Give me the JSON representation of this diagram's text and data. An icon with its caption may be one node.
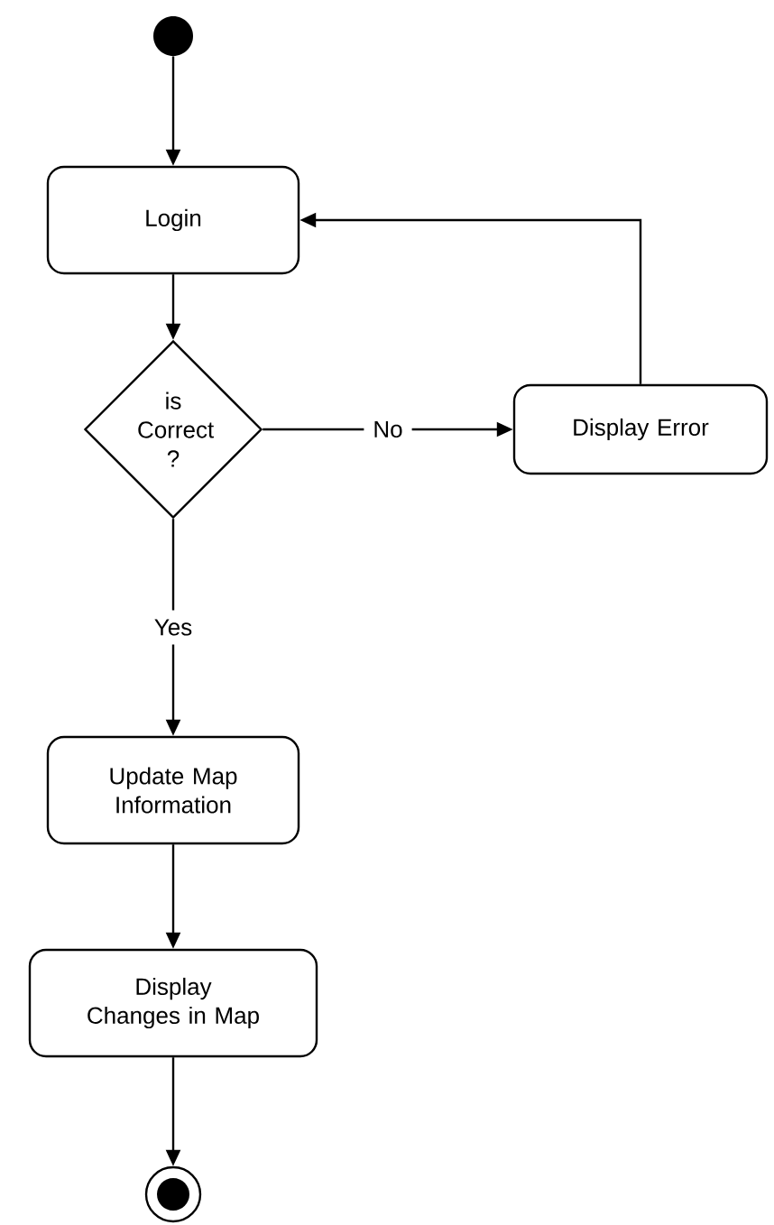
{
  "diagram": {
    "nodes": [
      {
        "text": [],
        "shape": "circle"
      },
      {
        "text": [
          "Login"
        ]
      },
      {
        "text": [
          "is Correct ?"
        ]
      },
      {
        "text": [
          "Display Error"
        ]
      },
      {
        "text": [
          "Update Map Information"
        ]
      },
      {
        "text": [
          "Display Changes in Map"
        ]
      },
      {
        "text": [],
        "shape": "bullseye"
      }
    ],
    "edges": [
      {
        "from": 0,
        "to": 1,
        "arrow": "to"
      },
      {
        "from": 1,
        "to": 2,
        "arrow": "to"
      },
      {
        "from": 2,
        "to": 3,
        "arrow": "to",
        "label": "No"
      },
      {
        "from": 3,
        "to": 1,
        "arrow": "to"
      },
      {
        "from": 2,
        "to": 4,
        "arrow": "to",
        "label": "Yes"
      },
      {
        "from": 4,
        "to": 5,
        "arrow": "to"
      },
      {
        "from": 5,
        "to": 6,
        "arrow": "to"
      }
    ]
  }
}
